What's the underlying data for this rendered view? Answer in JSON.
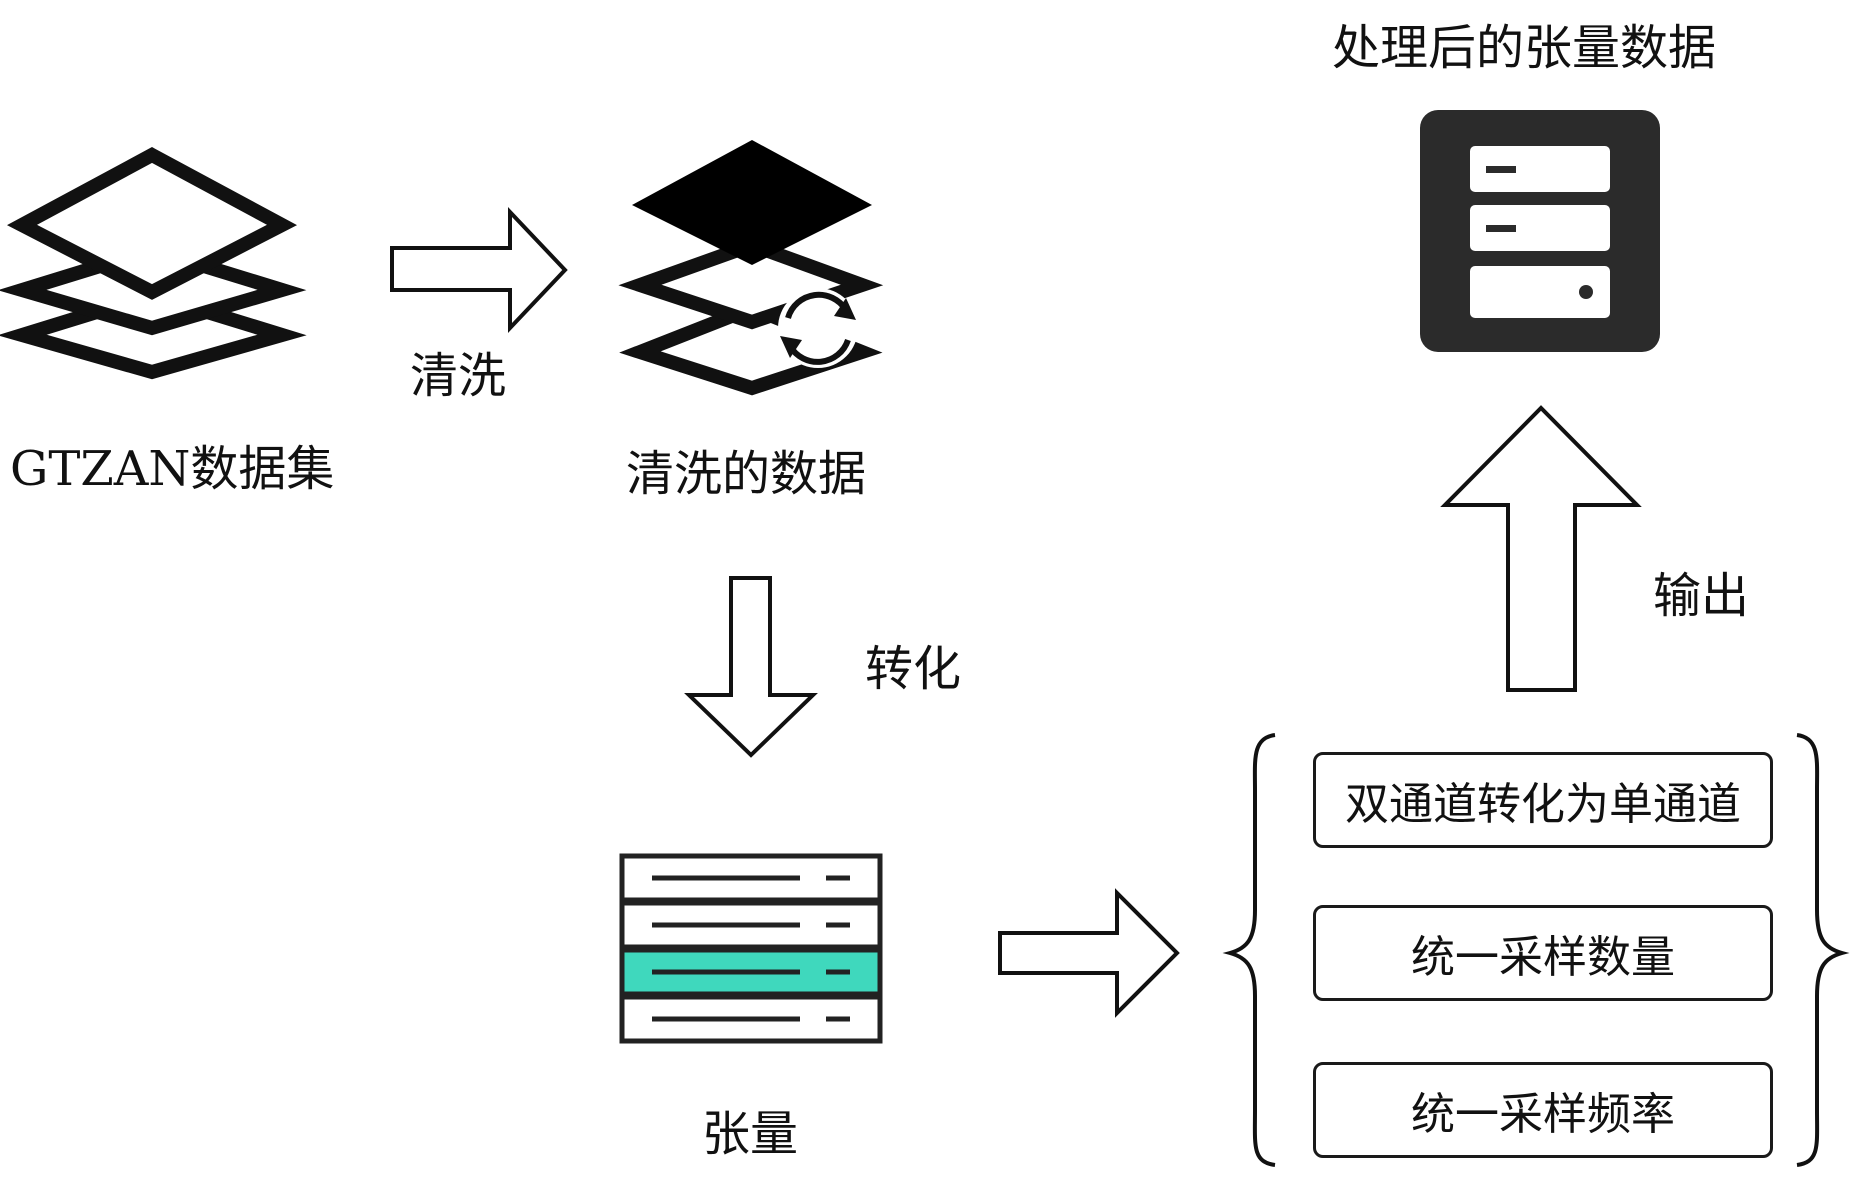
{
  "nodes": {
    "dataset": "GTZAN数据集",
    "cleaned": "清洗的数据",
    "tensor": "张量",
    "output": "处理后的张量数据"
  },
  "edges": {
    "clean": "清洗",
    "convert": "转化",
    "output": "输出"
  },
  "steps": [
    "双通道转化为单通道",
    "统一采样数量",
    "统一采样频率"
  ],
  "colors": {
    "line": "#111111",
    "highlight": "#3fd8bd",
    "server_bg": "#2b2b2b"
  }
}
